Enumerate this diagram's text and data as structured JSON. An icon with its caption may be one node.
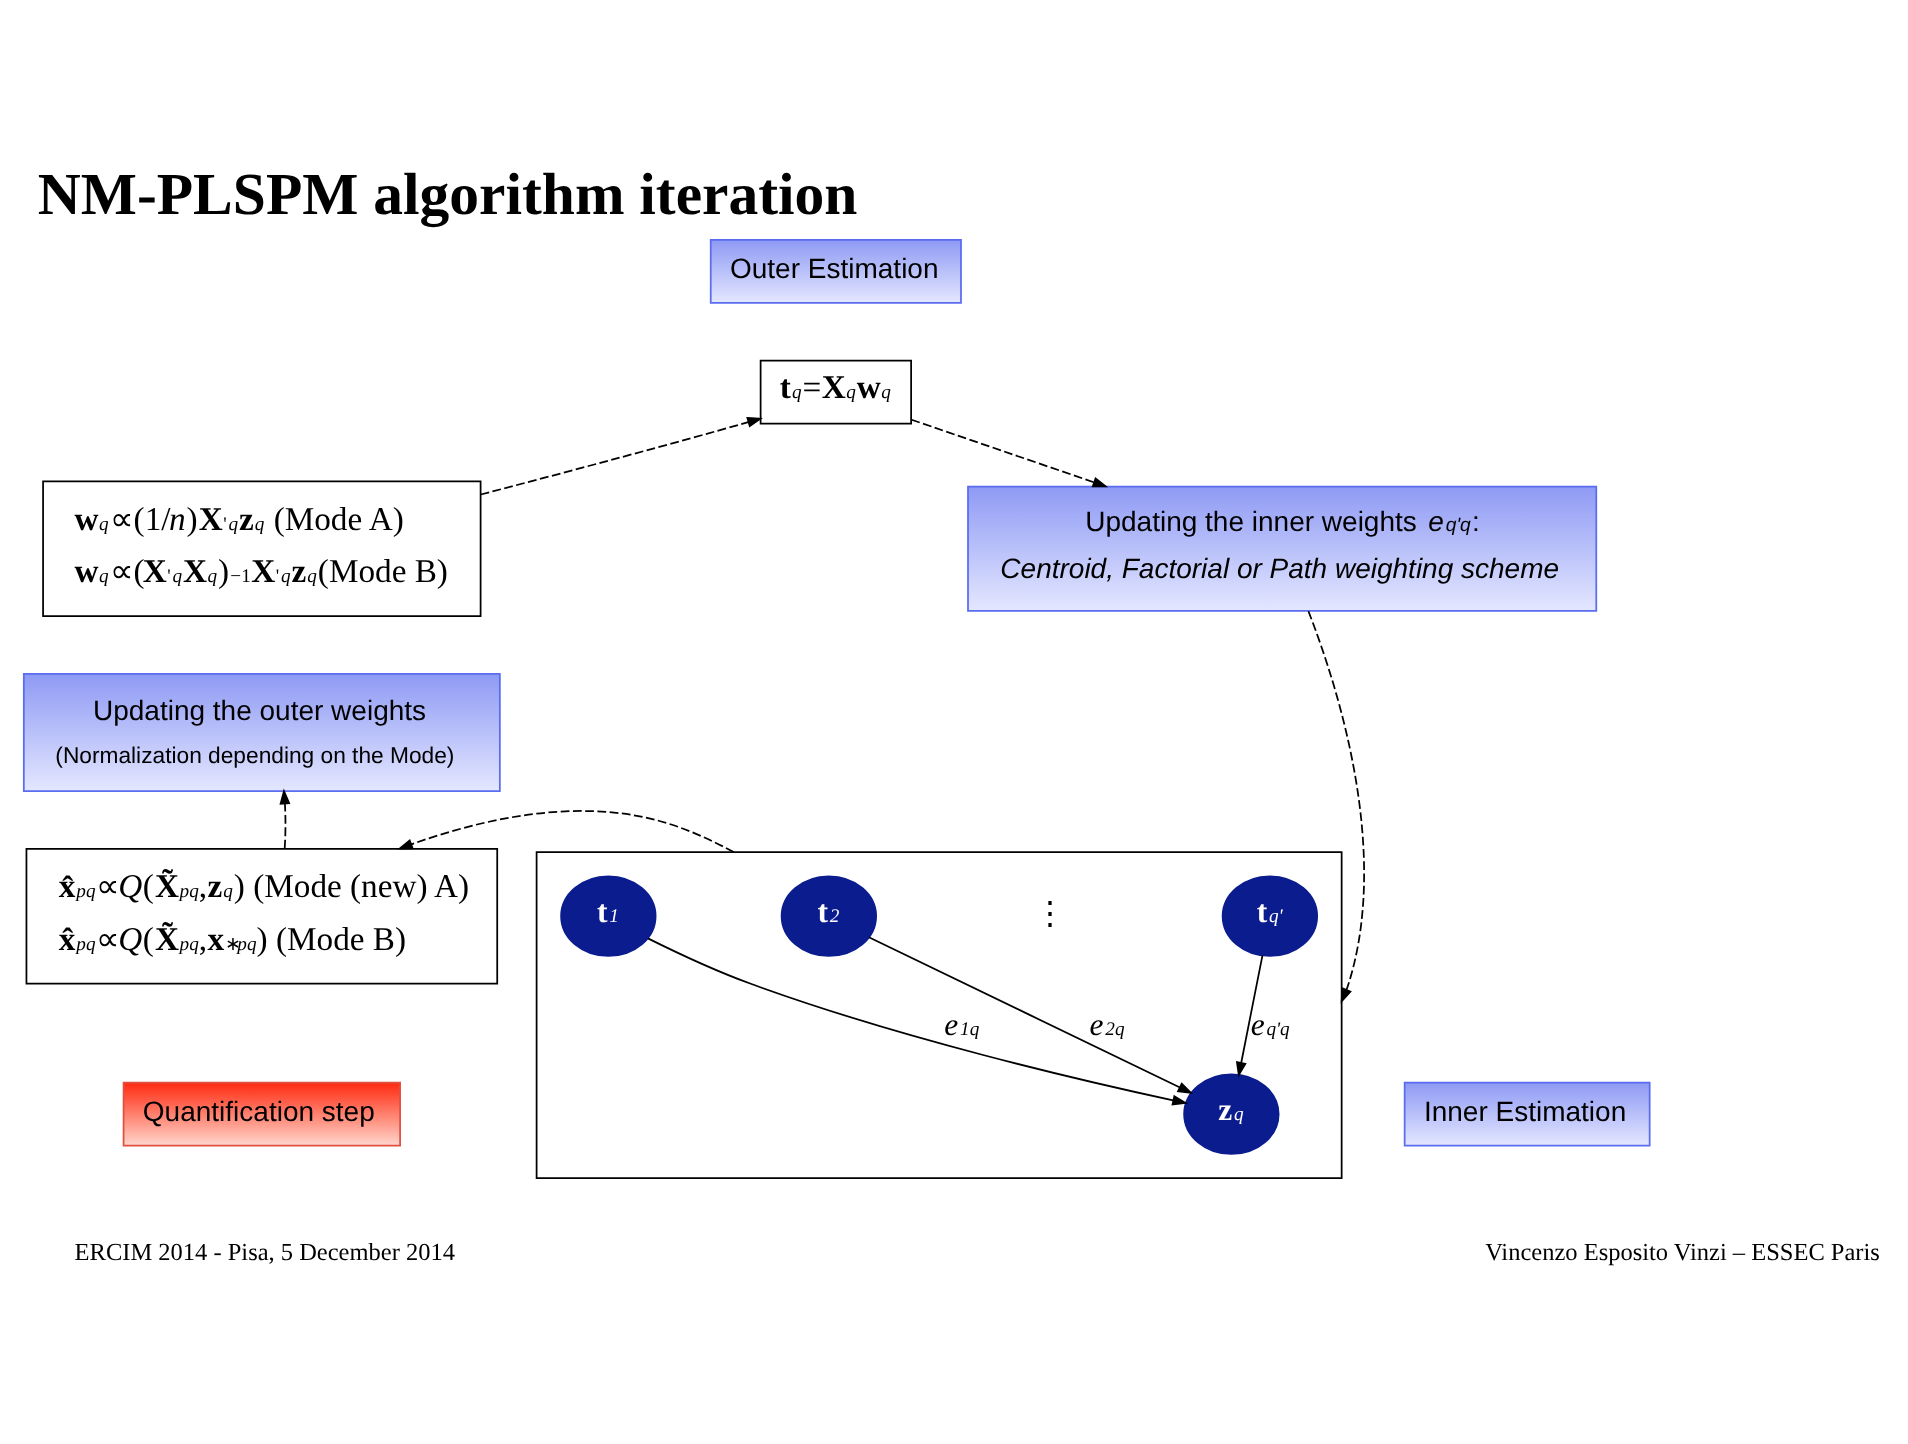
{
  "diagram": {
    "title": "NM-PLSPM algorithm iteration",
    "nodes": [
      {
        "text": [
          "Outer Estimation"
        ]
      },
      {
        "text": [
          "**t**$_{q}$=**X**$_{q}$**w**$_{q}$"
        ]
      },
      {
        "text": [
          "Updating the inner weights *e*$_{q'q}$:",
          "Centroid, Factorial or Path weighting scheme"
        ]
      },
      {
        "text": [],
        "shape": "box"
      },
      {
        "text": [
          "**t**$_{1}$"
        ],
        "in": 3
      },
      {
        "text": [
          "**t**$_{2}$"
        ],
        "in": 3
      },
      {
        "text": [
          "**t**$_{q'}$"
        ],
        "in": 3
      },
      {
        "text": [
          "**z**$_{q}$"
        ],
        "in": 3
      },
      {
        "text": [
          "Inner Estimation"
        ]
      },
      {
        "text": [
          "**x̂**$_{pq}$∝*Q*(**X̃**$_{pq}$,**z**$_{q}$) (Mode (new) A)",
          "**x̂**$_{pq}$∝*Q*(**X̃**$_{pq}$,**x**$^{∗}$$_{pq}$) (Mode B)"
        ]
      },
      {
        "text": [
          "Quantification step"
        ]
      },
      {
        "text": [
          "Updating the outer weights",
          "(Normalization depending on the Mode)"
        ]
      },
      {
        "text": [
          "**w**$_{q}$∝(1/*n*)**X**$^{'}$$_{q}$**z**$_{q}$ (Mode A)",
          "**w**$_{q}$∝(**X**$^{'}$$_{q}$**X**$_{q}$)$^{−1}$**X**$^{'}$$_{q}$**z**$_{q}$(Mode B)"
        ]
      }
    ],
    "edges": [
      {
        "from": 12,
        "to": 1,
        "arrow": "to",
        "style": "dashed"
      },
      {
        "from": 1,
        "to": 2,
        "arrow": "to",
        "style": "dashed"
      },
      {
        "from": 2,
        "to": 3,
        "arrow": "to",
        "style": "dashed"
      },
      {
        "from": 3,
        "to": 9,
        "arrow": "to",
        "style": "dashed"
      },
      {
        "from": 9,
        "to": 11,
        "arrow": "to",
        "style": "dashed"
      },
      {
        "from": 4,
        "to": 7,
        "arrow": "to",
        "label": "*e*$_{1q}$"
      },
      {
        "from": 5,
        "to": 7,
        "arrow": "to",
        "label": "*e*$_{2q}$"
      },
      {
        "from": 6,
        "to": 7,
        "arrow": "to",
        "label": "*e*$_{q'q}$"
      }
    ],
    "labels": [
      "⋮",
      "ERCIM 2014 - Pisa, 5 December 2014",
      "Vincenzo Esposito Vinzi – ESSEC Paris"
    ]
  }
}
